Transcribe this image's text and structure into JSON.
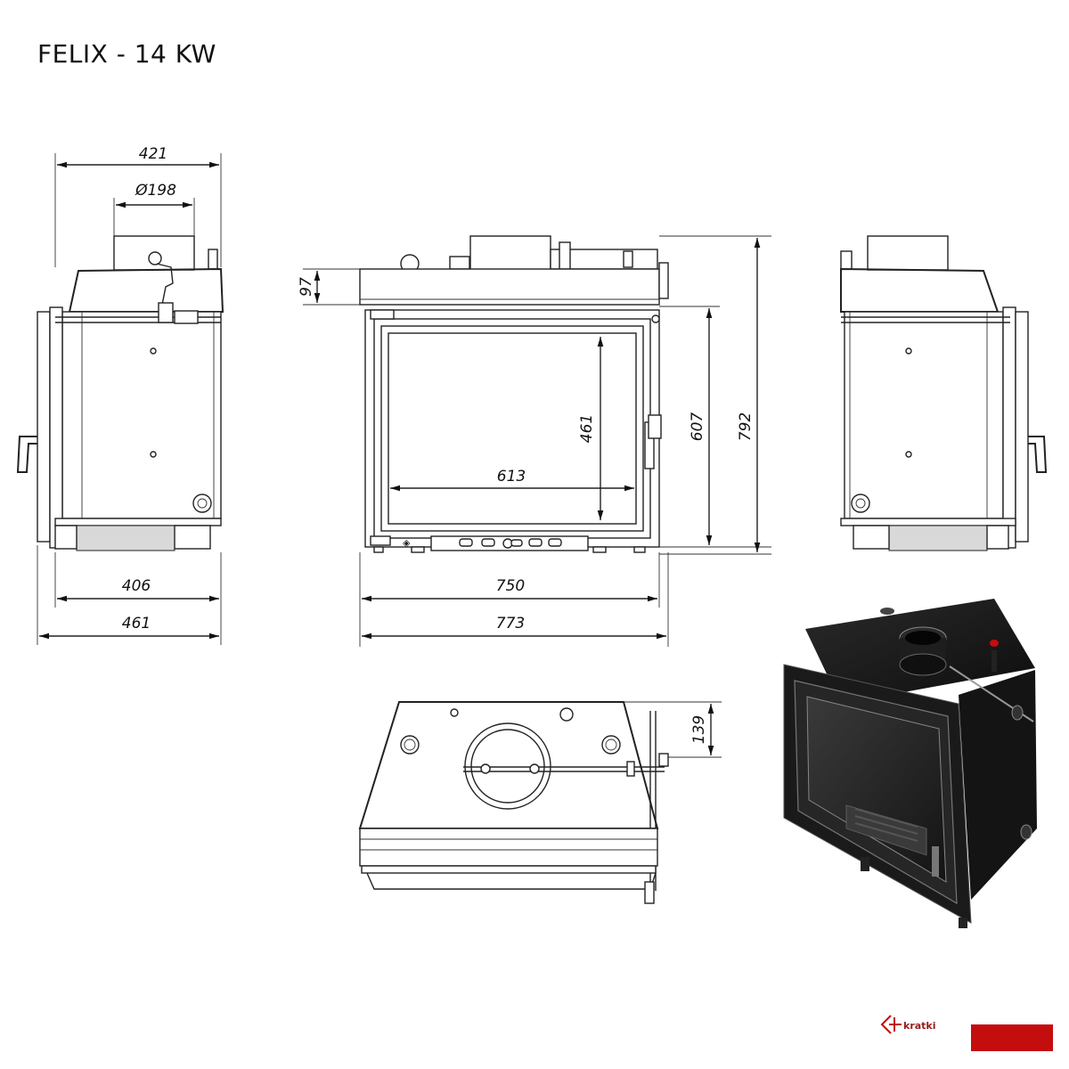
{
  "title": "FELIX - 14 KW",
  "dimensions": {
    "side_top_width": "421",
    "flue_diameter": "Ø198",
    "side_base_depth": "406",
    "side_total_depth": "461",
    "front_top_height": "97",
    "glass_height": "461",
    "glass_width": "613",
    "door_height": "607",
    "total_height": "792",
    "front_inner_width": "750",
    "front_total_width": "773",
    "top_offset": "139"
  },
  "brand": {
    "name": "kratki",
    "color": "#c40d0d"
  }
}
